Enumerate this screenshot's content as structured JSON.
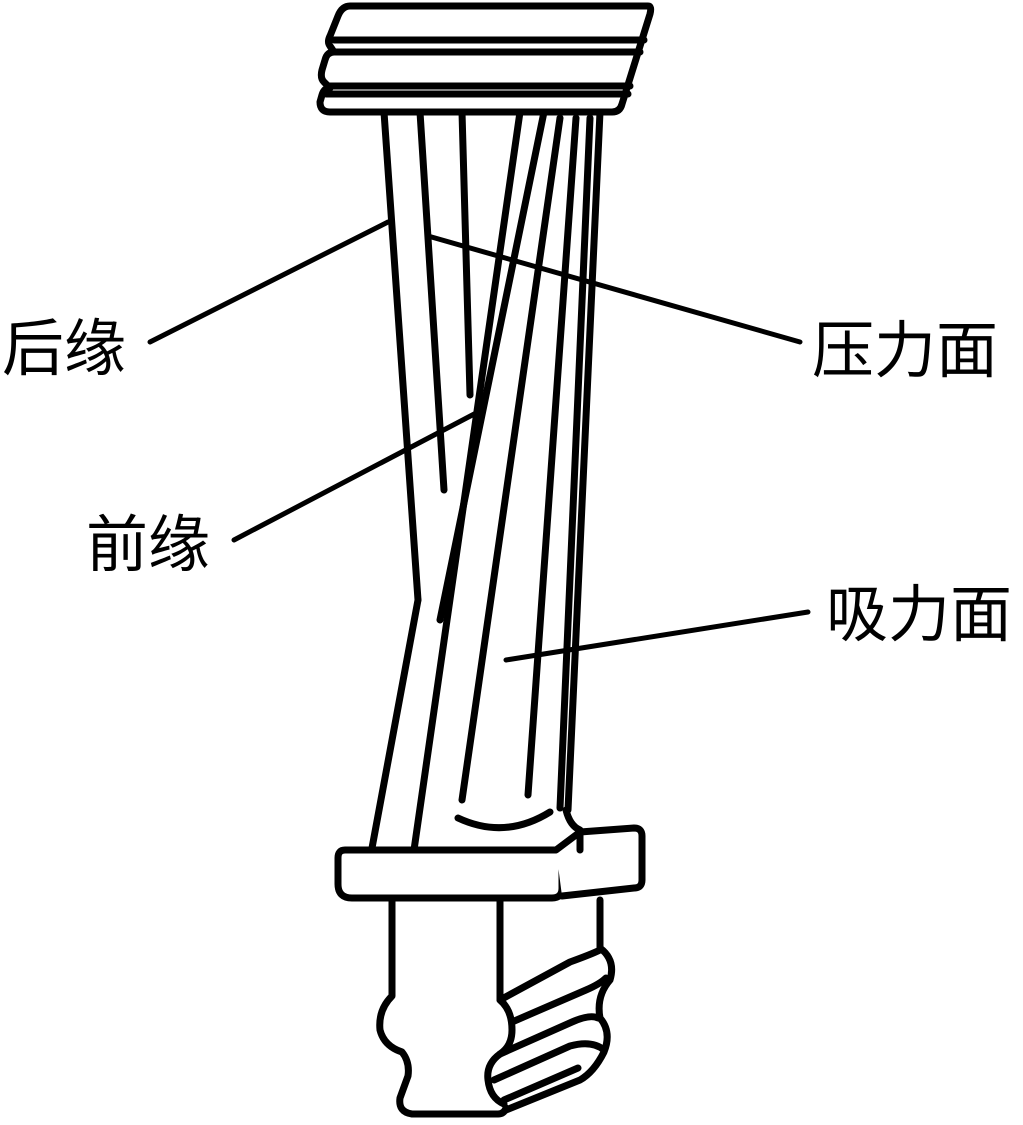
{
  "labels": {
    "trailing_edge": "后缘",
    "pressure_side": "压力面",
    "leading_edge": "前缘",
    "suction_side": "吸力面"
  },
  "colors": {
    "stroke": "#000000",
    "background": "#ffffff"
  }
}
